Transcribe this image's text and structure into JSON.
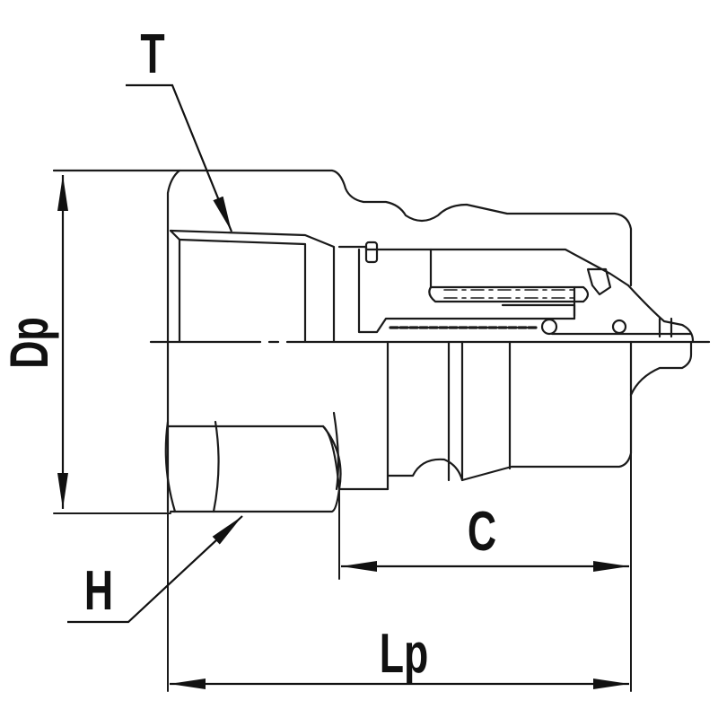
{
  "diagram": {
    "type": "technical-drawing",
    "subject": "quick coupling plug (half cross-section)",
    "line_color": "#1a1a1a",
    "background": "#ffffff"
  },
  "dimensions": {
    "T": {
      "label": "T",
      "meaning": "thread size (leader to internal thread)"
    },
    "Dp": {
      "label": "Dp",
      "meaning": "outer diameter (vertical dimension)"
    },
    "H": {
      "label": "H",
      "meaning": "hex size across flats (leader)"
    },
    "C": {
      "label": "C",
      "meaning": "plug insertion length"
    },
    "Lp": {
      "label": "Lp",
      "meaning": "overall plug length"
    }
  }
}
